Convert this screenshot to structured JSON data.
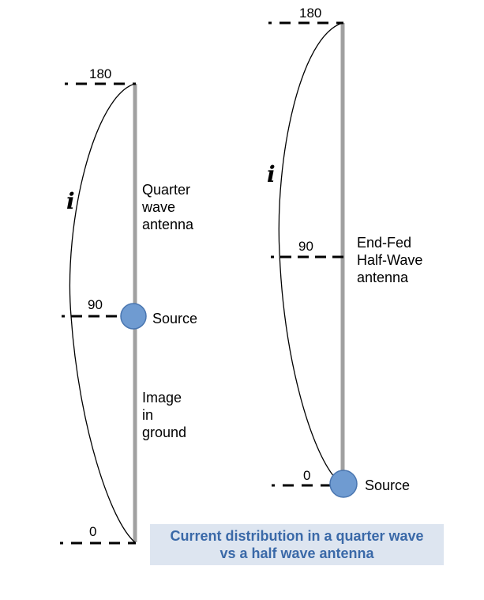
{
  "caption": {
    "line1": "Current distribution in a quarter wave",
    "line2": "vs a half wave antenna"
  },
  "left_antenna": {
    "labels": [
      "Quarter",
      "wave",
      "antenna"
    ],
    "image_labels": [
      "Image",
      "in",
      "ground"
    ],
    "source_label": "Source",
    "current_symbol": "i",
    "ticks": {
      "top": "180",
      "middle": "90",
      "bottom": "0"
    }
  },
  "right_antenna": {
    "labels": [
      "End-Fed",
      "Half-Wave",
      "antenna"
    ],
    "source_label": "Source",
    "current_symbol": "i",
    "ticks": {
      "top": "180",
      "middle": "90",
      "bottom": "0"
    }
  },
  "colors": {
    "antenna": "#a0a0a0",
    "source_fill": "#6f9bd1",
    "source_stroke": "#4a76b0",
    "caption_bg": "#dde5f0",
    "caption_text": "#3a69a8"
  }
}
